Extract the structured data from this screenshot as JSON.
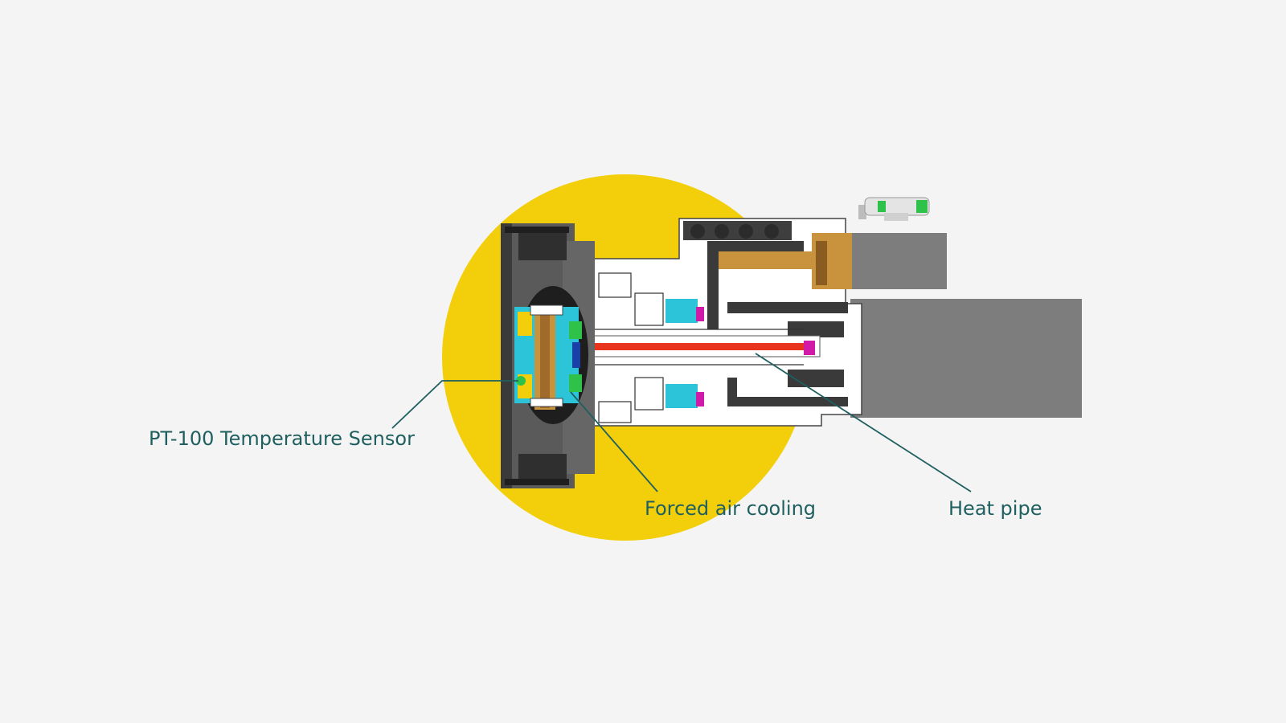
{
  "diagram": {
    "labels": {
      "sensor": "PT-100 Temperature Sensor",
      "air_cooling": "Forced air cooling",
      "heat_pipe": "Heat pipe"
    }
  },
  "colors": {
    "background": "#f4f4f4",
    "accent_disc": "#f2cf0a",
    "label_text": "#1f5f60",
    "leader_line": "#1f5f60",
    "housing_dark": "#5b5b5b",
    "housing_gray": "#808080",
    "heat_pipe": "#e8341c",
    "copper": "#c8933c",
    "cyan_parts": "#2bc4d8",
    "green_parts": "#2ec24a",
    "magenta_parts": "#d21aa8"
  },
  "icons": [
    "pt100-sensor-icon",
    "heat-pipe-icon",
    "fan-icon"
  ]
}
